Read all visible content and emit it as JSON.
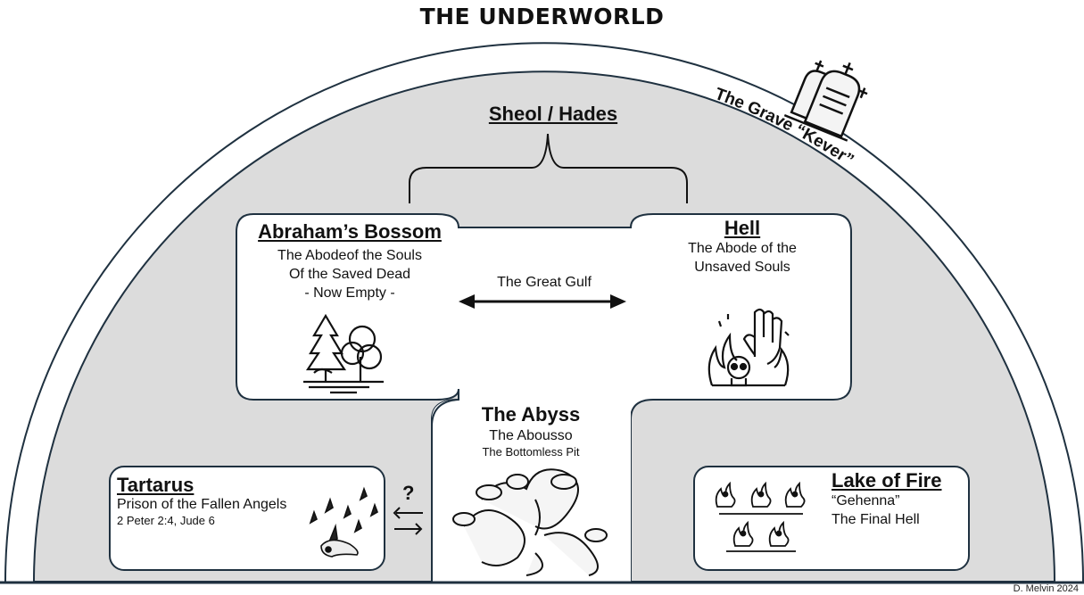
{
  "title": "THE UNDERWORLD",
  "grave": {
    "label": "The Grave “Kever”",
    "icon": "tombstone-graves-icon"
  },
  "sheol": {
    "label": "Sheol / Hades"
  },
  "abrahams_bosom": {
    "title": "Abraham’s Bossom",
    "lines": [
      "The Abodeof the Souls",
      "Of the Saved Dead",
      "- Now Empty -"
    ],
    "icon": "trees-landscape-icon"
  },
  "hell": {
    "title": "Hell",
    "lines": [
      "The Abode of the",
      "Unsaved Souls"
    ],
    "icon": "flames-skull-hand-icon"
  },
  "gulf": {
    "label": "The Great Gulf"
  },
  "abyss": {
    "title": "The Abyss",
    "subtitle": "The Abousso",
    "note": "The Bottomless Pit",
    "icon": "hydra-serpents-icon"
  },
  "tartarus": {
    "title": "Tartarus",
    "line": "Prison of the Fallen Angels",
    "ref": "2 Peter 2:4, Jude 6",
    "icon": "falling-angels-icon"
  },
  "question": {
    "label": "?"
  },
  "lake_of_fire": {
    "title": "Lake of Fire",
    "lines": [
      "“Gehenna”",
      "The Final Hell"
    ],
    "icon": "figures-in-fire-icon"
  },
  "credit": "D. Melvin 2024",
  "colors": {
    "fill": "#dcdcdc",
    "outline": "#1f3140",
    "background": "#ffffff"
  }
}
